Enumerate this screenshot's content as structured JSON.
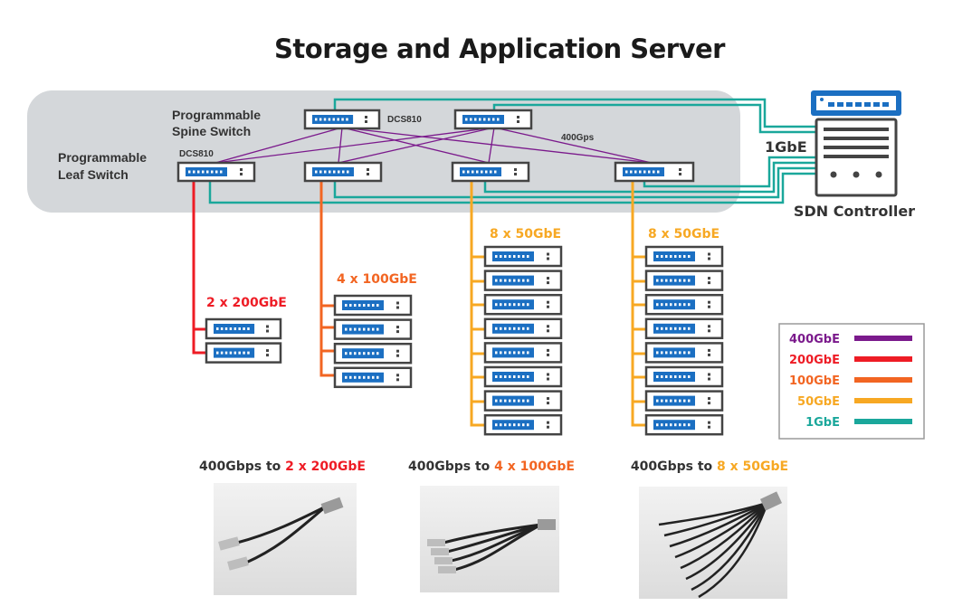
{
  "title": "Storage and Application Server",
  "labels": {
    "spine_switch": [
      "Programmable",
      "Spine Switch"
    ],
    "leaf_switch": [
      "Programmable",
      "Leaf Switch"
    ],
    "spine_model": "DCS810",
    "leaf_model": "DCS810",
    "spine_link_speed": "400Gps",
    "mgmt_link": "1GbE",
    "sdn_controller": "SDN Controller"
  },
  "groups": [
    {
      "label": "2 x 200GbE",
      "color": "#ee1c25",
      "servers": 2
    },
    {
      "label": "4 x 100GbE",
      "color": "#f26522",
      "servers": 4
    },
    {
      "label": "8 x 50GbE",
      "color": "#f7a823",
      "servers": 8
    },
    {
      "label": "8 x 50GbE",
      "color": "#f7a823",
      "servers": 8
    }
  ],
  "legend": [
    {
      "label": "400GbE",
      "color": "#7b1a8c"
    },
    {
      "label": "200GbE",
      "color": "#ee1c25"
    },
    {
      "label": "100GbE",
      "color": "#f26522"
    },
    {
      "label": "50GbE",
      "color": "#f7a823"
    },
    {
      "label": "1GbE",
      "color": "#1aa79b"
    }
  ],
  "cables": [
    {
      "prefix": "400Gbps to ",
      "highlight": "2 x 200GbE",
      "color": "#ee1c25"
    },
    {
      "prefix": "400Gbps to ",
      "highlight": "4 x 100GbE",
      "color": "#f26522"
    },
    {
      "prefix": "400Gbps to ",
      "highlight": "8 x 50GbE",
      "color": "#f7a823"
    }
  ],
  "colors": {
    "switch_blue": "#1b6fc2",
    "zone_gray": "#d4d7da",
    "spine_400": "#7b1a8c",
    "mgmt_1g": "#1aa79b"
  }
}
